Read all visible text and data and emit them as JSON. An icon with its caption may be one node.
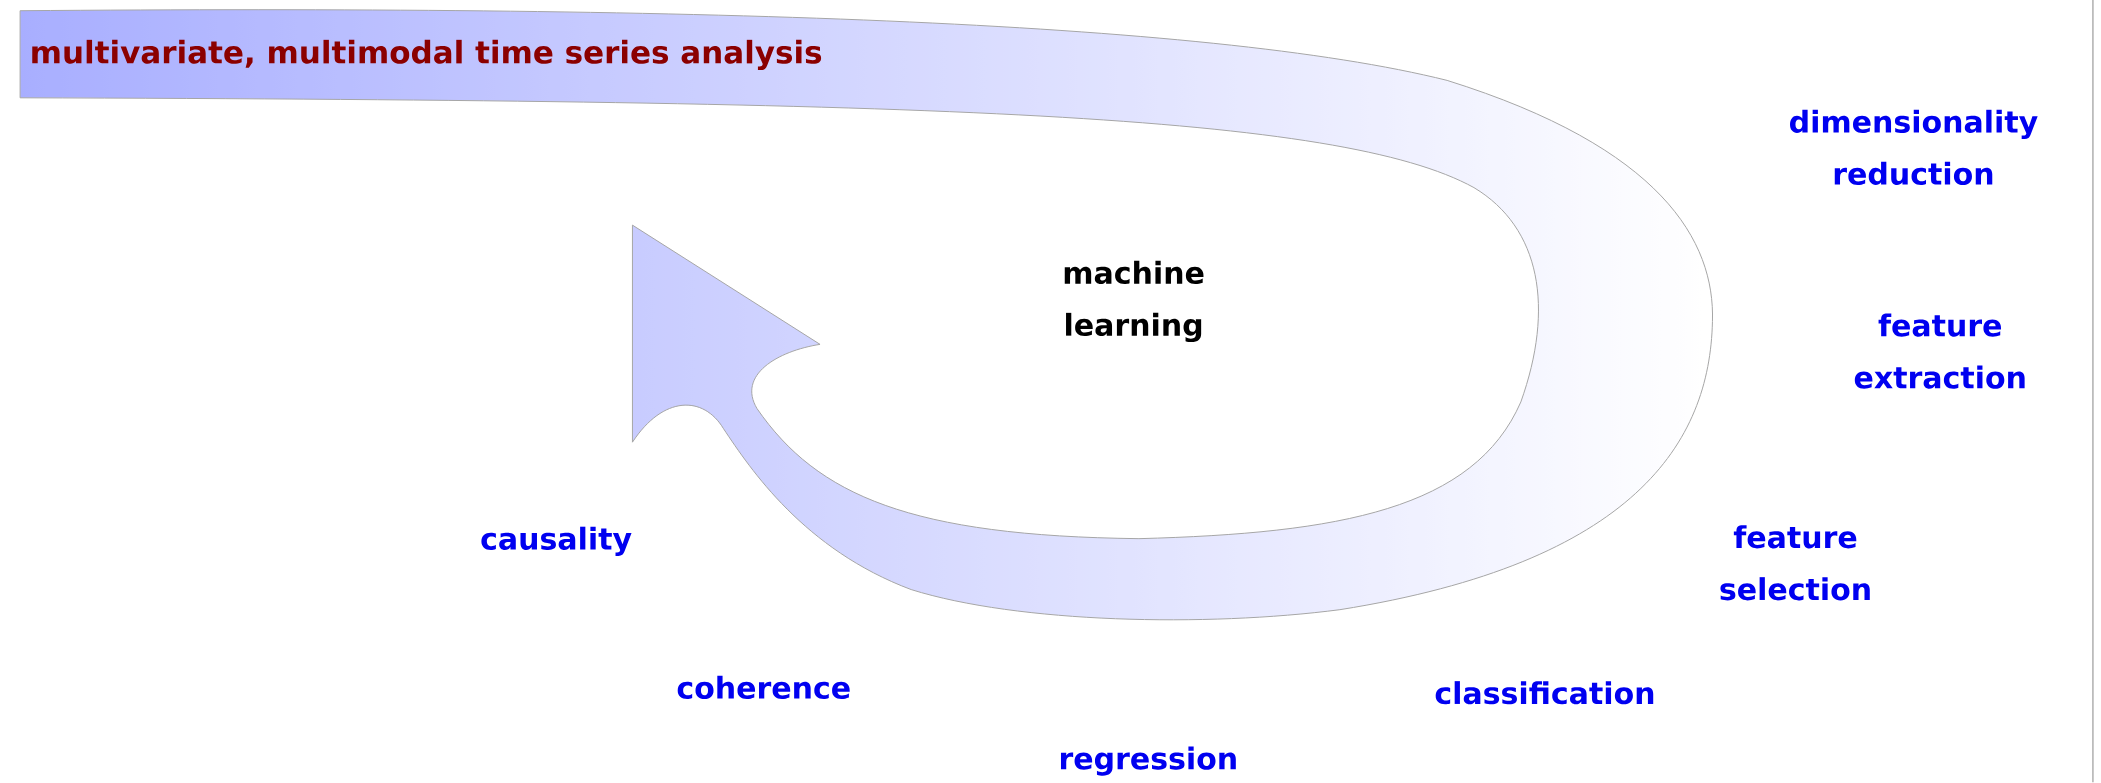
{
  "diagram": {
    "title": "multivariate, multimodal time series analysis",
    "labels": [
      "machine learning",
      "dimensionality reduction",
      "feature extraction",
      "feature selection",
      "classification",
      "regression",
      "coherence",
      "causality"
    ]
  }
}
